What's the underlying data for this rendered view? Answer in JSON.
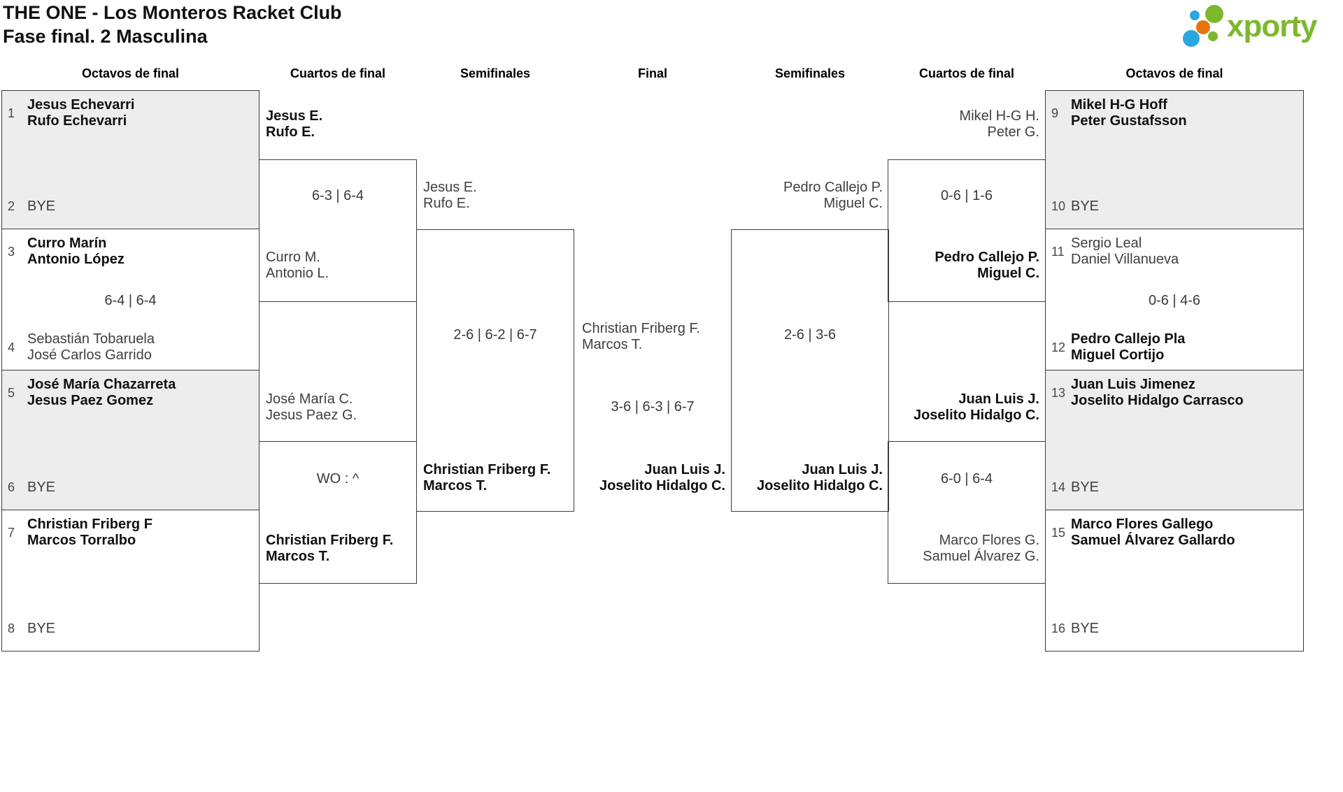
{
  "title": {
    "line1": "THE ONE - Los Monteros Racket Club",
    "line2": "Fase final. 2 Masculina"
  },
  "logo": {
    "text": "xporty",
    "green": "#7cb82c",
    "blue": "#29a8e0",
    "orange": "#e8740c"
  },
  "round_headers": {
    "left_r16": "Octavos de final",
    "left_qf": "Cuartos de final",
    "left_sf": "Semifinales",
    "final": "Final",
    "right_sf": "Semifinales",
    "right_qf": "Cuartos de final",
    "right_r16": "Octavos de final"
  },
  "r16_left": {
    "match_1": {
      "top_seed": "1",
      "top": [
        "Jesus Echevarri",
        "Rufo Echevarri"
      ],
      "bottom_seed": "2",
      "bottom": [
        "BYE"
      ],
      "score": ""
    },
    "match_2": {
      "top_seed": "3",
      "top": [
        "Curro Marín",
        "Antonio López"
      ],
      "bottom_seed": "4",
      "bottom": [
        "Sebastián Tobaruela",
        "José Carlos Garrido"
      ],
      "score": "6-4 | 6-4"
    },
    "match_3": {
      "top_seed": "5",
      "top": [
        "José María Chazarreta",
        "Jesus Paez Gomez"
      ],
      "bottom_seed": "6",
      "bottom": [
        "BYE"
      ],
      "score": ""
    },
    "match_4": {
      "top_seed": "7",
      "top": [
        "Christian Friberg F",
        "Marcos Torralbo"
      ],
      "bottom_seed": "8",
      "bottom": [
        "BYE"
      ],
      "score": ""
    }
  },
  "r16_right": {
    "match_1": {
      "top_seed": "9",
      "top": [
        "Mikel H-G Hoff",
        "Peter Gustafsson"
      ],
      "bottom_seed": "10",
      "bottom": [
        "BYE"
      ],
      "score": ""
    },
    "match_2": {
      "top_seed": "11",
      "top": [
        "Sergio Leal",
        "Daniel Villanueva"
      ],
      "bottom_seed": "12",
      "bottom": [
        "Pedro Callejo Pla",
        "Miguel Cortijo"
      ],
      "score": "0-6 | 4-6"
    },
    "match_3": {
      "top_seed": "13",
      "top": [
        "Juan Luis Jimenez",
        "Joselito Hidalgo Carrasco"
      ],
      "bottom_seed": "14",
      "bottom": [
        "BYE"
      ],
      "score": ""
    },
    "match_4": {
      "top_seed": "15",
      "top": [
        "Marco Flores Gallego",
        "Samuel Álvarez Gallardo"
      ],
      "bottom_seed": "16",
      "bottom": [
        "BYE"
      ],
      "score": ""
    }
  },
  "qf_left": {
    "winner_top": [
      "Jesus E.",
      "Rufo E."
    ],
    "score_top": "6-3 | 6-4",
    "loser_top": [
      "Curro M.",
      "Antonio L."
    ],
    "loser_bottom": [
      "José María C.",
      "Jesus Paez G."
    ],
    "score_bottom": "WO : ^",
    "winner_bottom": [
      "Christian Friberg F.",
      "Marcos T."
    ]
  },
  "sf_left": {
    "entrant_top": [
      "Jesus E.",
      "Rufo E."
    ],
    "score": "2-6 | 6-2 | 6-7",
    "winner": [
      "Christian Friberg F.",
      "Marcos T."
    ]
  },
  "final": {
    "entrant_left": [
      "Christian Friberg F.",
      "Marcos T."
    ],
    "score": "3-6 | 6-3 | 6-7",
    "winner": [
      "Juan Luis J.",
      "Joselito Hidalgo C."
    ]
  },
  "sf_right": {
    "entrant_top": [
      "Pedro Callejo P.",
      "Miguel C."
    ],
    "score": "2-6 | 3-6",
    "winner": [
      "Juan Luis J.",
      "Joselito Hidalgo C."
    ]
  },
  "qf_right": {
    "loser_top": [
      "Mikel H-G H.",
      "Peter G."
    ],
    "score_top": "0-6 | 1-6",
    "winner_top": [
      "Pedro Callejo P.",
      "Miguel C."
    ],
    "winner_bottom": [
      "Juan Luis J.",
      "Joselito Hidalgo C."
    ],
    "score_bottom": "6-0 | 6-4",
    "loser_bottom": [
      "Marco Flores G.",
      "Samuel Álvarez G."
    ]
  }
}
